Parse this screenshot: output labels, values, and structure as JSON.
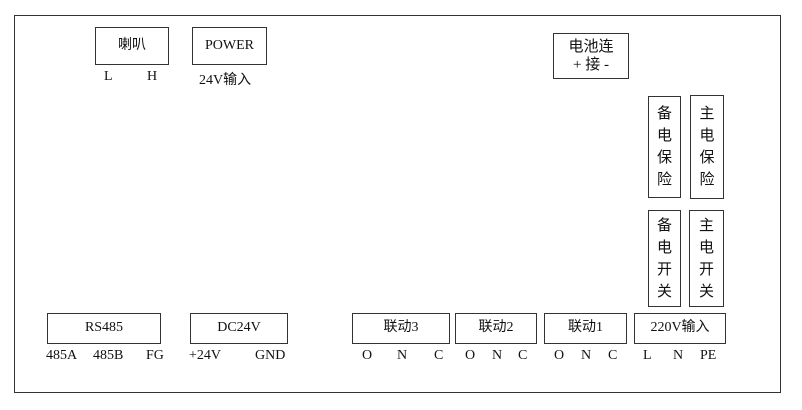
{
  "speaker": {
    "label": "喇叭",
    "terminals": [
      "L",
      "H"
    ]
  },
  "power": {
    "label": "POWER",
    "sub": "24V输入"
  },
  "battery": {
    "line1": "电池连",
    "line2": "+ 接 -"
  },
  "backup_fuse": {
    "chars": [
      "备",
      "电",
      "保",
      "险"
    ]
  },
  "main_fuse": {
    "chars": [
      "主",
      "电",
      "保",
      "险"
    ]
  },
  "backup_switch": {
    "chars": [
      "备",
      "电",
      "开",
      "关"
    ]
  },
  "main_switch": {
    "chars": [
      "主",
      "电",
      "开",
      "关"
    ]
  },
  "rs485": {
    "label": "RS485",
    "terminals": [
      "485A",
      "485B",
      "FG"
    ]
  },
  "dc24v": {
    "label": "DC24V",
    "terminals": [
      "+24V",
      "GND"
    ]
  },
  "link3": {
    "label": "联动3",
    "terminals": [
      "O",
      "N",
      "C"
    ]
  },
  "link2": {
    "label": "联动2",
    "terminals": [
      "O",
      "N",
      "C"
    ]
  },
  "link1": {
    "label": "联动1",
    "terminals": [
      "O",
      "N",
      "C"
    ]
  },
  "ac220": {
    "label": "220V输入",
    "terminals": [
      "L",
      "N",
      "PE"
    ]
  }
}
